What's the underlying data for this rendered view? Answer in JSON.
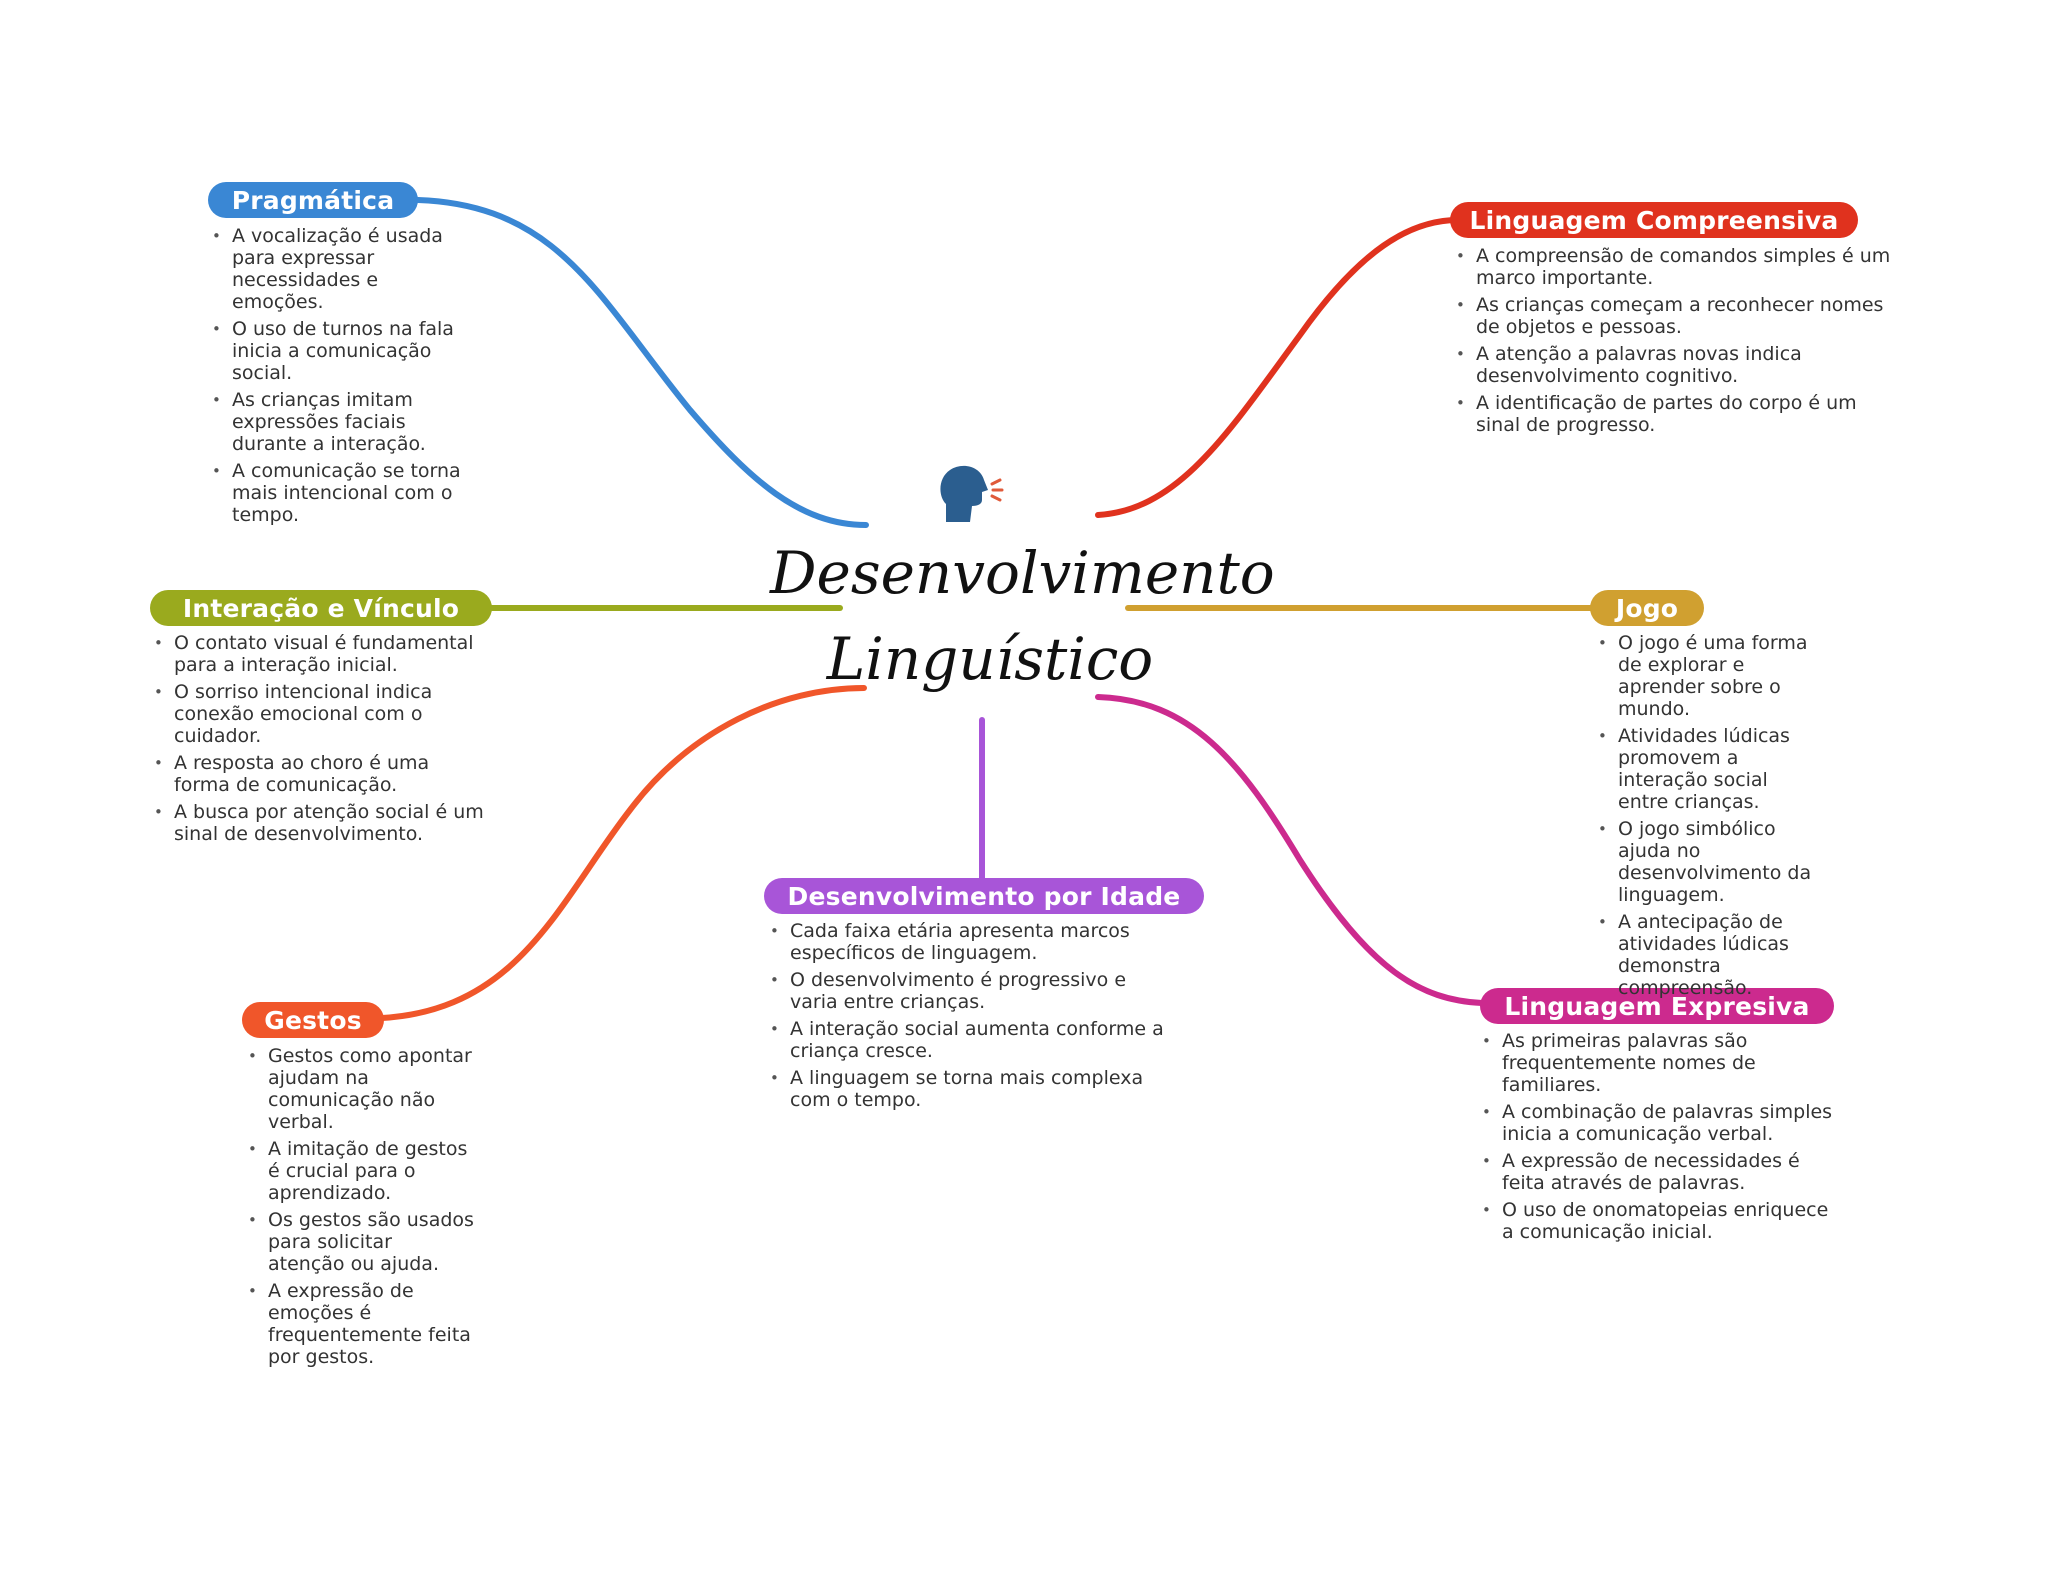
{
  "title": "Desenvolvimento Linguístico",
  "center_icon": "speaking-head-icon",
  "branches": [
    {
      "id": "pragmatica",
      "label": "Pragmática",
      "color": "#3a87d4",
      "items": [
        "A vocalização é usada para expressar necessidades e emoções.",
        "O uso de turnos na fala inicia a comunicação social.",
        "As crianças imitam expressões faciais durante a interação.",
        "A comunicação se torna mais intencional com o tempo."
      ]
    },
    {
      "id": "linguagem-compreensiva",
      "label": "Linguagem Compreensiva",
      "color": "#e0321e",
      "items": [
        "A compreensão de comandos simples é um marco importante.",
        "As crianças começam a reconhecer nomes de objetos e pessoas.",
        "A atenção a palavras novas indica desenvolvimento cognitivo.",
        "A identificação de partes do corpo é um sinal de progresso."
      ]
    },
    {
      "id": "interacao-vinculo",
      "label": "Interação e Vínculo",
      "color": "#9aaa1e",
      "items": [
        "O contato visual é fundamental para a interação inicial.",
        "O sorriso intencional indica conexão emocional com o cuidador.",
        "A resposta ao choro é uma forma de comunicação.",
        "A busca por atenção social é um sinal de desenvolvimento."
      ]
    },
    {
      "id": "jogo",
      "label": "Jogo",
      "color": "#d0a030",
      "items": [
        "O jogo é uma forma de explorar e aprender sobre o mundo.",
        "Atividades lúdicas promovem a interação social entre crianças.",
        "O jogo simbólico ajuda no desenvolvimento da linguagem.",
        "A antecipação de atividades lúdicas demonstra compreensão."
      ]
    },
    {
      "id": "desenvolvimento-idade",
      "label": "Desenvolvimento por Idade",
      "color": "#a855d8",
      "items": [
        "Cada faixa etária apresenta marcos específicos de linguagem.",
        "O desenvolvimento é progressivo e varia entre crianças.",
        "A interação social aumenta conforme a criança cresce.",
        "A linguagem se torna mais complexa com o tempo."
      ]
    },
    {
      "id": "gestos",
      "label": "Gestos",
      "color": "#f0562a",
      "items": [
        "Gestos como apontar ajudam na comunicação não verbal.",
        "A imitação de gestos é crucial para o aprendizado.",
        "Os gestos são usados para solicitar atenção ou ajuda.",
        "A expressão de emoções é frequentemente feita por gestos."
      ]
    },
    {
      "id": "linguagem-expressiva",
      "label": "Linguagem Expresiva",
      "color": "#cc2a8e",
      "items": [
        "As primeiras palavras são frequentemente nomes de familiares.",
        "A combinação de palavras simples inicia a comunicação verbal.",
        "A expressão de necessidades é feita através de palavras.",
        "O uso de onomatopeias enriquece a comunicação inicial."
      ]
    }
  ]
}
